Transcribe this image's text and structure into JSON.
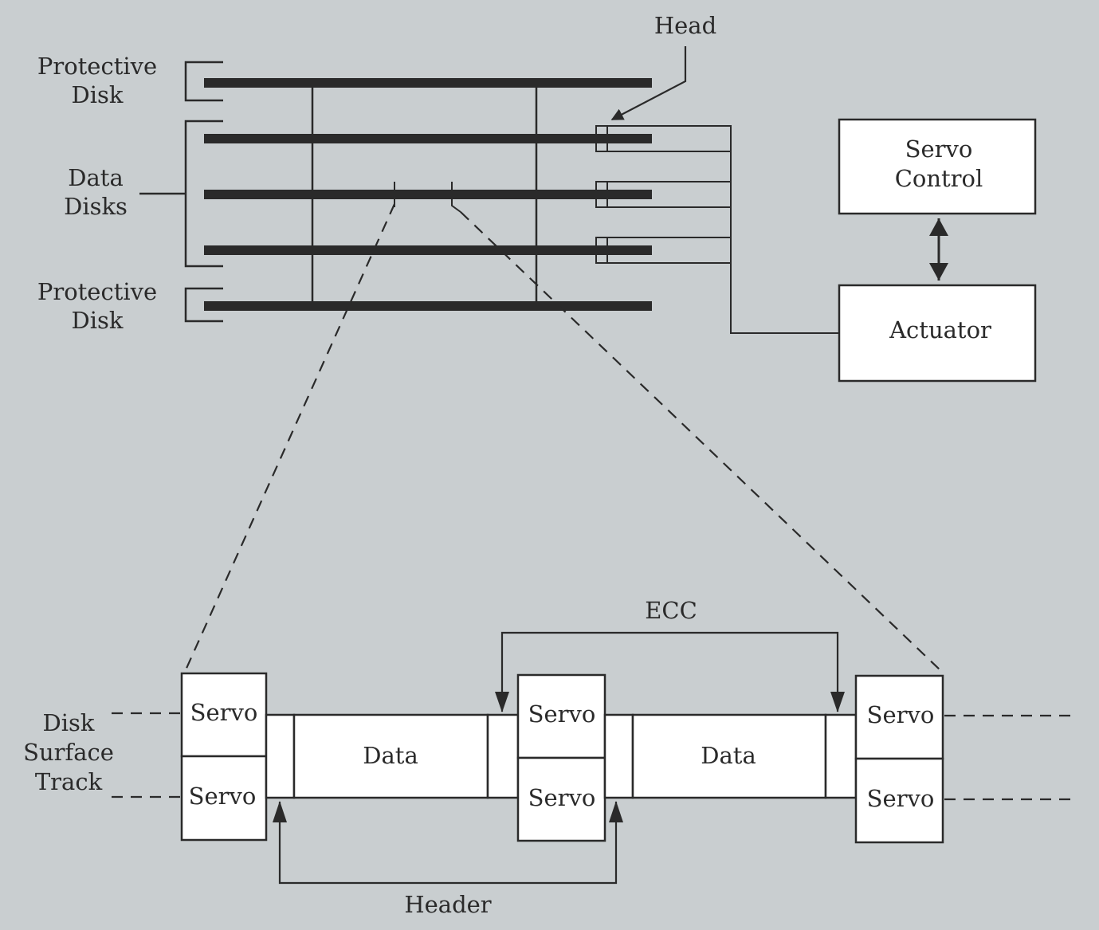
{
  "labels": {
    "head": "Head",
    "protective_disk_top": [
      "Protective",
      "Disk"
    ],
    "data_disks": [
      "Data",
      "Disks"
    ],
    "protective_disk_bottom": [
      "Protective",
      "Disk"
    ],
    "servo_control": [
      "Servo",
      "Control"
    ],
    "actuator": "Actuator",
    "ecc": "ECC",
    "header": "Header",
    "disk_surface_track": [
      "Disk",
      "Surface",
      "Track"
    ]
  },
  "track": {
    "servo_label": "Servo",
    "data_label": "Data"
  },
  "colors": {
    "background": "#c9ced0",
    "ink": "#2a2a2a",
    "box_fill": "#ffffff"
  }
}
